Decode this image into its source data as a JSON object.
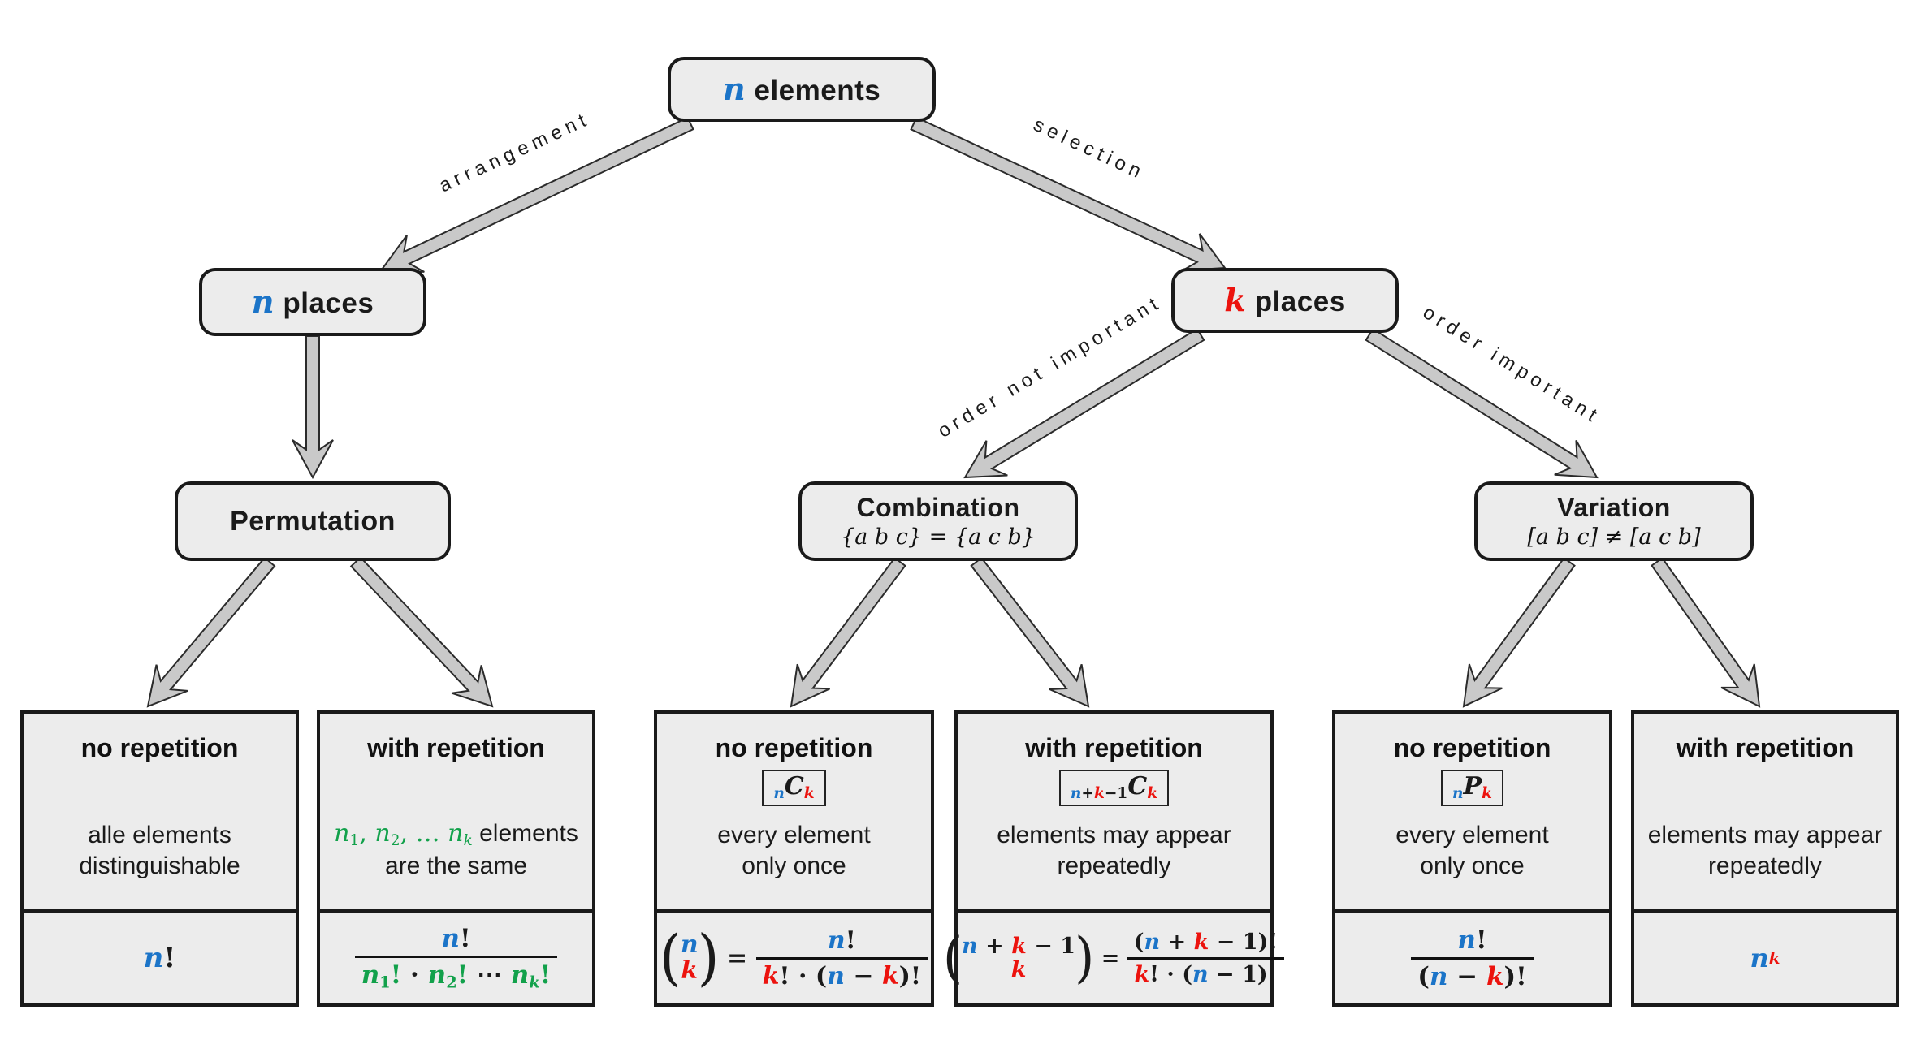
{
  "palette": {
    "blue": "#1b74c8",
    "red": "#ec130e",
    "green": "#12a14b",
    "box_fill": "#ececec",
    "arrow_fill": "#c9c9c9",
    "line": "#2b2b2b"
  },
  "nodes": {
    "root": {
      "title": [
        {
          "t": "n",
          "c": "n",
          "i": 1,
          "m": 1
        },
        {
          "t": " elements",
          "c": "b"
        }
      ]
    },
    "n_places": {
      "title": [
        {
          "t": "n",
          "c": "n",
          "i": 1,
          "m": 1
        },
        {
          "t": " places",
          "c": "b"
        }
      ]
    },
    "k_places": {
      "title": [
        {
          "t": "k",
          "c": "k",
          "i": 1,
          "m": 1
        },
        {
          "t": " places",
          "c": "b"
        }
      ]
    },
    "permutation": {
      "title": [
        {
          "t": "Permutation",
          "c": "b"
        }
      ]
    },
    "combination": {
      "title": [
        {
          "t": "Combination",
          "c": "b"
        }
      ],
      "subtitle": "{a b c} = {a c b}"
    },
    "variation": {
      "title": [
        {
          "t": "Variation",
          "c": "b"
        }
      ],
      "subtitle": "[a b c] ≠ [a c b]"
    }
  },
  "edges": {
    "arrangement": "arrangement",
    "selection": "selection",
    "order_not_important": "order not important",
    "order_important": "order important"
  },
  "leaves": [
    {
      "header": "no repetition",
      "badge": null,
      "desc": [
        [
          {
            "t": "alle elements",
            "c": "b"
          }
        ],
        [
          {
            "t": "distinguishable",
            "c": "b"
          }
        ]
      ],
      "formula": [
        {
          "t": "n",
          "c": "n",
          "i": 1
        },
        {
          "t": "!",
          "c": "b"
        }
      ]
    },
    {
      "header": "with repetition",
      "badge": null,
      "desc": [
        [
          {
            "t": "n",
            "c": "g",
            "i": 1,
            "m": 1
          },
          {
            "t": "1",
            "c": "g",
            "sub": 1,
            "m": 1
          },
          {
            "t": ", ",
            "c": "g",
            "m": 1
          },
          {
            "t": "n",
            "c": "g",
            "i": 1,
            "m": 1
          },
          {
            "t": "2",
            "c": "g",
            "sub": 1,
            "m": 1
          },
          {
            "t": ", … ",
            "c": "g",
            "m": 1
          },
          {
            "t": "n",
            "c": "g",
            "i": 1,
            "m": 1
          },
          {
            "t": "k",
            "c": "g",
            "i": 1,
            "sub": 1,
            "m": 1
          },
          {
            "t": " elements",
            "c": "b"
          }
        ],
        [
          {
            "t": "are the same",
            "c": "b"
          }
        ]
      ],
      "formula": [
        {
          "type": "frac",
          "num": [
            {
              "t": "n",
              "c": "n",
              "i": 1
            },
            {
              "t": "!",
              "c": "b"
            }
          ],
          "den": [
            {
              "t": "n",
              "c": "g",
              "i": 1
            },
            {
              "t": "1",
              "c": "g",
              "sub": 1
            },
            {
              "t": "!",
              "c": "g"
            },
            {
              "t": " · ",
              "c": "b"
            },
            {
              "t": "n",
              "c": "g",
              "i": 1
            },
            {
              "t": "2",
              "c": "g",
              "sub": 1
            },
            {
              "t": "!",
              "c": "g"
            },
            {
              "t": " ⋯ ",
              "c": "b"
            },
            {
              "t": "n",
              "c": "g",
              "i": 1
            },
            {
              "t": "k",
              "c": "g",
              "i": 1,
              "sub": 1
            },
            {
              "t": "!",
              "c": "g"
            }
          ]
        }
      ]
    },
    {
      "header": "no repetition",
      "badge": [
        {
          "t": "n",
          "c": "n",
          "i": 1,
          "sub": 1
        },
        {
          "t": "C",
          "c": "b",
          "i": 1
        },
        {
          "t": "k",
          "c": "k",
          "i": 1,
          "sub": 1
        }
      ],
      "desc": [
        [
          {
            "t": "every element",
            "c": "b"
          }
        ],
        [
          {
            "t": "only once",
            "c": "b"
          }
        ]
      ],
      "formula": [
        {
          "type": "binom",
          "top": [
            {
              "t": "n",
              "c": "n",
              "i": 1
            }
          ],
          "bot": [
            {
              "t": "k",
              "c": "k",
              "i": 1
            }
          ]
        },
        {
          "t": " = ",
          "c": "b"
        },
        {
          "type": "frac",
          "num": [
            {
              "t": "n",
              "c": "n",
              "i": 1
            },
            {
              "t": "!",
              "c": "b"
            }
          ],
          "den": [
            {
              "t": "k",
              "c": "k",
              "i": 1
            },
            {
              "t": "!",
              "c": "b"
            },
            {
              "t": " · (",
              "c": "b"
            },
            {
              "t": "n",
              "c": "n",
              "i": 1
            },
            {
              "t": " − ",
              "c": "b"
            },
            {
              "t": "k",
              "c": "k",
              "i": 1
            },
            {
              "t": ")!",
              "c": "b"
            }
          ]
        }
      ]
    },
    {
      "header": "with repetition",
      "badge": [
        {
          "t": "n",
          "c": "n",
          "i": 1,
          "sub": 1
        },
        {
          "t": "+",
          "c": "b",
          "sub": 1
        },
        {
          "t": "k",
          "c": "k",
          "i": 1,
          "sub": 1
        },
        {
          "t": "−1",
          "c": "b",
          "sub": 1
        },
        {
          "t": "C",
          "c": "b",
          "i": 1
        },
        {
          "t": "k",
          "c": "k",
          "i": 1,
          "sub": 1
        }
      ],
      "desc": [
        [
          {
            "t": "elements may appear",
            "c": "b"
          }
        ],
        [
          {
            "t": "repeatedly",
            "c": "b"
          }
        ]
      ],
      "formula": [
        {
          "type": "binom",
          "top": [
            {
              "t": "n",
              "c": "n",
              "i": 1
            },
            {
              "t": " + ",
              "c": "b"
            },
            {
              "t": "k",
              "c": "k",
              "i": 1
            },
            {
              "t": " − ",
              "c": "b"
            },
            {
              "t": "1",
              "c": "b"
            }
          ],
          "bot": [
            {
              "t": "k",
              "c": "k",
              "i": 1
            }
          ]
        },
        {
          "t": " = ",
          "c": "b"
        },
        {
          "type": "frac",
          "num": [
            {
              "t": "(",
              "c": "b"
            },
            {
              "t": "n",
              "c": "n",
              "i": 1
            },
            {
              "t": " + ",
              "c": "b"
            },
            {
              "t": "k",
              "c": "k",
              "i": 1
            },
            {
              "t": " − ",
              "c": "b"
            },
            {
              "t": "1",
              "c": "b"
            },
            {
              "t": ")!",
              "c": "b"
            }
          ],
          "den": [
            {
              "t": "k",
              "c": "k",
              "i": 1
            },
            {
              "t": "!",
              "c": "b"
            },
            {
              "t": " · (",
              "c": "b"
            },
            {
              "t": "n",
              "c": "n",
              "i": 1
            },
            {
              "t": " − ",
              "c": "b"
            },
            {
              "t": "1",
              "c": "b"
            },
            {
              "t": ")!",
              "c": "b"
            }
          ]
        }
      ]
    },
    {
      "header": "no repetition",
      "badge": [
        {
          "t": "n",
          "c": "n",
          "i": 1,
          "sub": 1
        },
        {
          "t": "P",
          "c": "b",
          "i": 1
        },
        {
          "t": "k",
          "c": "k",
          "i": 1,
          "sub": 1
        }
      ],
      "desc": [
        [
          {
            "t": "every element",
            "c": "b"
          }
        ],
        [
          {
            "t": "only once",
            "c": "b"
          }
        ]
      ],
      "formula": [
        {
          "type": "frac",
          "num": [
            {
              "t": "n",
              "c": "n",
              "i": 1
            },
            {
              "t": "!",
              "c": "b"
            }
          ],
          "den": [
            {
              "t": "(",
              "c": "b"
            },
            {
              "t": "n",
              "c": "n",
              "i": 1
            },
            {
              "t": " − ",
              "c": "b"
            },
            {
              "t": "k",
              "c": "k",
              "i": 1
            },
            {
              "t": ")!",
              "c": "b"
            }
          ]
        }
      ]
    },
    {
      "header": "with repetition",
      "badge": null,
      "desc": [
        [
          {
            "t": "elements may appear",
            "c": "b"
          }
        ],
        [
          {
            "t": "repeatedly",
            "c": "b"
          }
        ]
      ],
      "formula": [
        {
          "t": "n",
          "c": "n",
          "i": 1
        },
        {
          "t": "k",
          "c": "k",
          "i": 1,
          "sup": 1
        }
      ]
    }
  ]
}
